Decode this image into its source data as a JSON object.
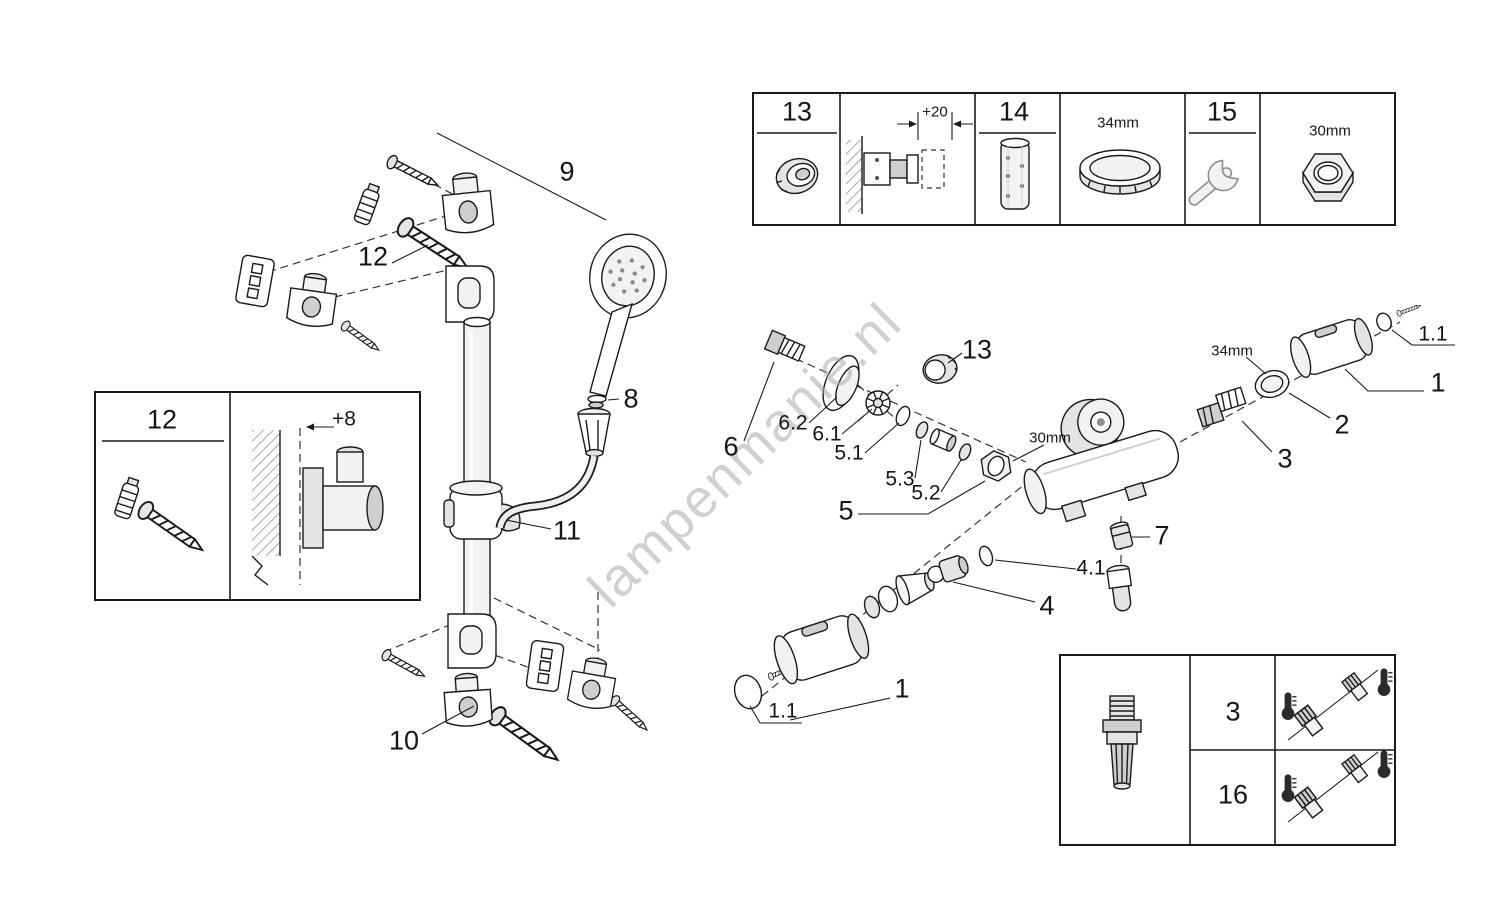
{
  "watermark": "lampenmanie.nl",
  "top_table": {
    "item13": "13",
    "dim_plus20": "+20",
    "item14": "14",
    "dim_34mm": "34mm",
    "item15": "15",
    "dim_30mm": "30mm"
  },
  "inset": {
    "item12": "12",
    "dim_plus8": "+8"
  },
  "rail_labels": {
    "n9": "9",
    "n12": "12",
    "n8": "8",
    "n11": "11",
    "n10": "10"
  },
  "valve_labels": {
    "n13": "13",
    "n6_2": "6.2",
    "n6_1": "6.1",
    "n6": "6",
    "n5_1": "5.1",
    "n5_3": "5.3",
    "n5_2": "5.2",
    "n5": "5",
    "dim_34mm": "34mm",
    "n1_1_top": "1.1",
    "n1_top": "1",
    "n2": "2",
    "n3": "3",
    "dim_30mm": "30mm",
    "n7": "7",
    "n4_1": "4.1",
    "n4": "4",
    "n1_1_bottom": "1.1",
    "n1_bottom": "1"
  },
  "bottom_table": {
    "row1": "3",
    "row2": "16"
  }
}
